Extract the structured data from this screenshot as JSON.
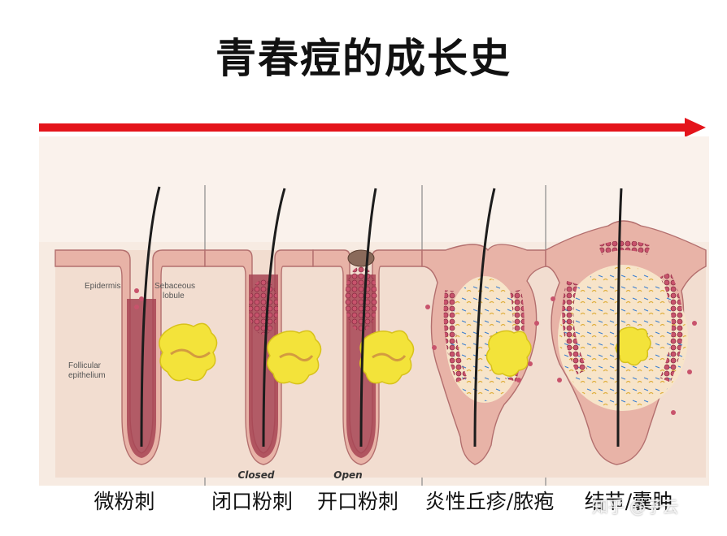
{
  "title": "青春痘的成长史",
  "colors": {
    "arrow": "#e4141b",
    "panel_bg": "#f5e7dc",
    "skin": "#eec2b4",
    "skin_edge": "#b36f6e",
    "follicle": "#c9707a",
    "sebum": "#f3e33a",
    "hair": "#1c1c1c"
  },
  "annotations": {
    "epidermis": "Epidermis",
    "sebaceous_1": "Sebaceous",
    "sebaceous_2": "lobule",
    "follicular_1": "Follicular",
    "follicular_2": "epithelium"
  },
  "panel_labels": {
    "closed": "Closed",
    "open": "Open"
  },
  "stages": [
    {
      "label": "微粉刺"
    },
    {
      "label": "闭口粉刺"
    },
    {
      "label": "开口粉刺"
    },
    {
      "label": "炎性丘疹/脓疱"
    },
    {
      "label": "结节/囊肿"
    }
  ],
  "watermark": "知乎 @子云"
}
